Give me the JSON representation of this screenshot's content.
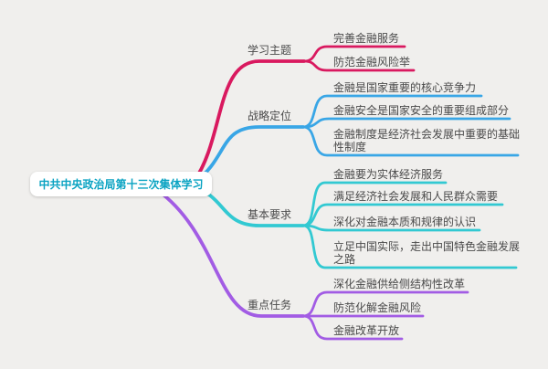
{
  "canvas": {
    "background_color": "#f0efed"
  },
  "root": {
    "label": "中共中央政治局第十三次集体学习",
    "text_color": "#0aa3c2",
    "box_color": "#ffffff"
  },
  "branches": [
    {
      "label": "学习主题",
      "color": "#d9195f",
      "children": [
        "完善金融服务",
        "防范金融风险举"
      ]
    },
    {
      "label": "战略定位",
      "color": "#39a6e6",
      "children": [
        "金融是国家重要的核心竞争力",
        "金融安全是国家安全的重要组成部分",
        "金融制度是经济社会发展中重要的基础性制度"
      ]
    },
    {
      "label": "基本要求",
      "color": "#32c9d2",
      "children": [
        "金融要为实体经济服务",
        "满足经济社会发展和人民群众需要",
        "深化对金融本质和规律的认识",
        "立足中国实际，走出中国特色金融发展之路"
      ]
    },
    {
      "label": "重点任务",
      "color": "#a25ce4",
      "children": [
        "深化金融供给侧结构性改革",
        "防范化解金融风险",
        "金融改革开放"
      ]
    }
  ]
}
